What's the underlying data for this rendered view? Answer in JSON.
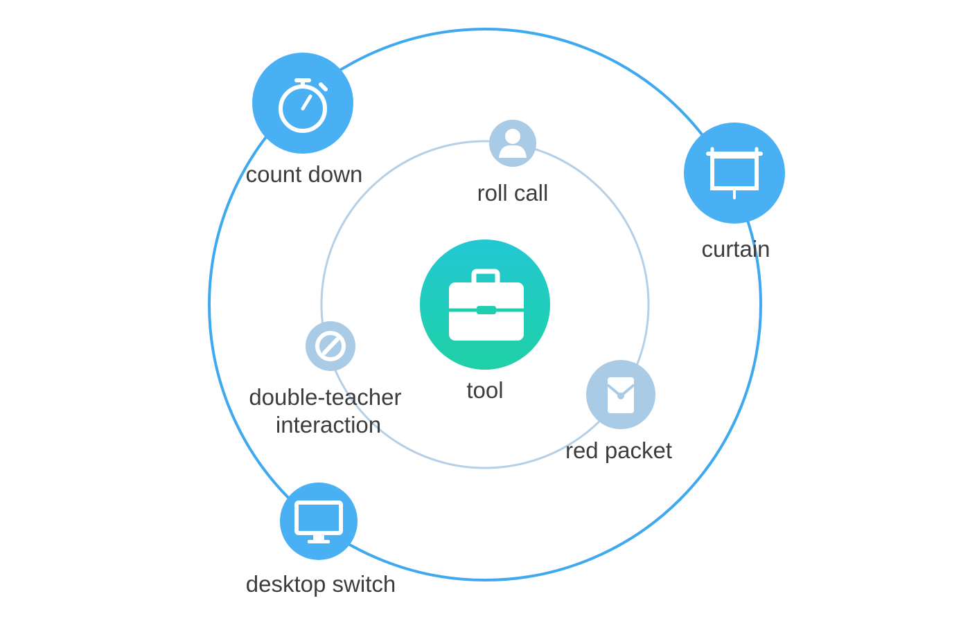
{
  "diagram": {
    "center": {
      "label": "tool",
      "icon": "briefcase-icon",
      "color": "#1fcbb7"
    },
    "inner_orbit": [
      {
        "id": "roll-call",
        "label": "roll call",
        "icon": "person-icon",
        "color": "#a9cbe6"
      },
      {
        "id": "double-teacher",
        "label_lines": [
          "double-teacher",
          "interaction"
        ],
        "icon": "compass-icon",
        "color": "#a9cbe6"
      },
      {
        "id": "red-packet",
        "label": "red packet",
        "icon": "envelope-icon",
        "color": "#a9cbe6"
      }
    ],
    "outer_orbit": [
      {
        "id": "count-down",
        "label": "count down",
        "icon": "stopwatch-icon",
        "color": "#4ab0f4"
      },
      {
        "id": "curtain",
        "label": "curtain",
        "icon": "projector-screen-icon",
        "color": "#4ab0f4"
      },
      {
        "id": "desktop-switch",
        "label": "desktop switch",
        "icon": "monitor-icon",
        "color": "#4ab0f4"
      }
    ],
    "colors": {
      "outer_ring": "#3fa9f0",
      "inner_ring": "#b4cfe6",
      "label_text": "#3c3c3c"
    }
  }
}
